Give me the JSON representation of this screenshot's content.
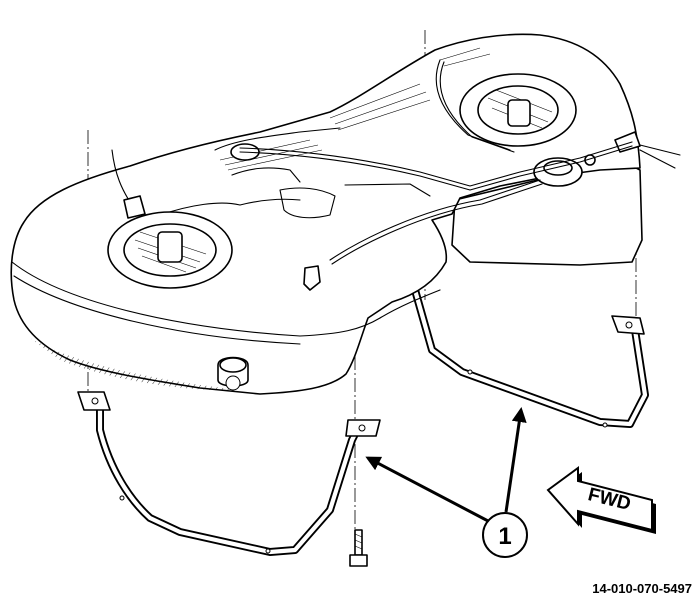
{
  "callout": {
    "number": "1"
  },
  "direction": {
    "label": "FWD"
  },
  "figure": {
    "id": "14-010-070-5497"
  }
}
